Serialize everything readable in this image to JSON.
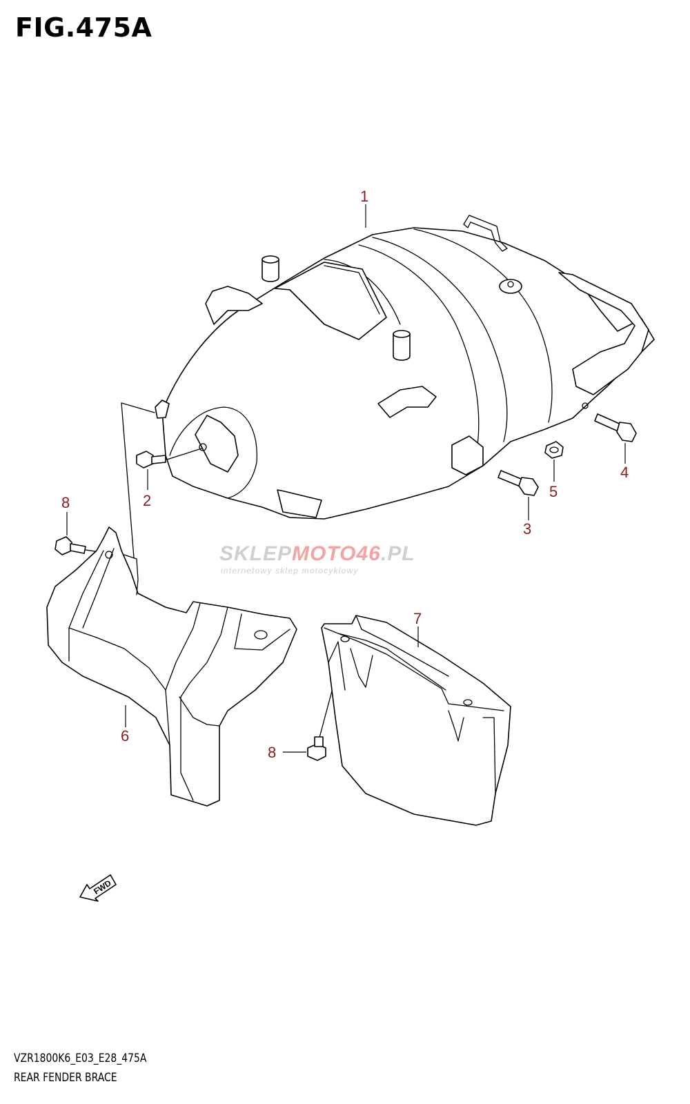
{
  "figure": {
    "title": "FIG.475A"
  },
  "callouts": [
    {
      "id": "1",
      "label": "1"
    },
    {
      "id": "2",
      "label": "2"
    },
    {
      "id": "3",
      "label": "3"
    },
    {
      "id": "4",
      "label": "4"
    },
    {
      "id": "5",
      "label": "5"
    },
    {
      "id": "6",
      "label": "6"
    },
    {
      "id": "7",
      "label": "7"
    },
    {
      "id": "8a",
      "label": "8"
    },
    {
      "id": "8b",
      "label": "8"
    }
  ],
  "watermark": {
    "part1": "SKLEP",
    "part2": "MOTO",
    "part3": "46",
    "part4": ".PL",
    "subtitle": "internetowy sklep motocyklowy"
  },
  "fwd_label": "FWD",
  "footer": {
    "code": "VZR1800K6_E03_E28_475A",
    "name": "REAR FENDER BRACE"
  },
  "colors": {
    "callout": "#8b1a1a",
    "line": "#000000",
    "watermark_gray": "#cfcfcf",
    "watermark_red": "#f4a3a3"
  }
}
